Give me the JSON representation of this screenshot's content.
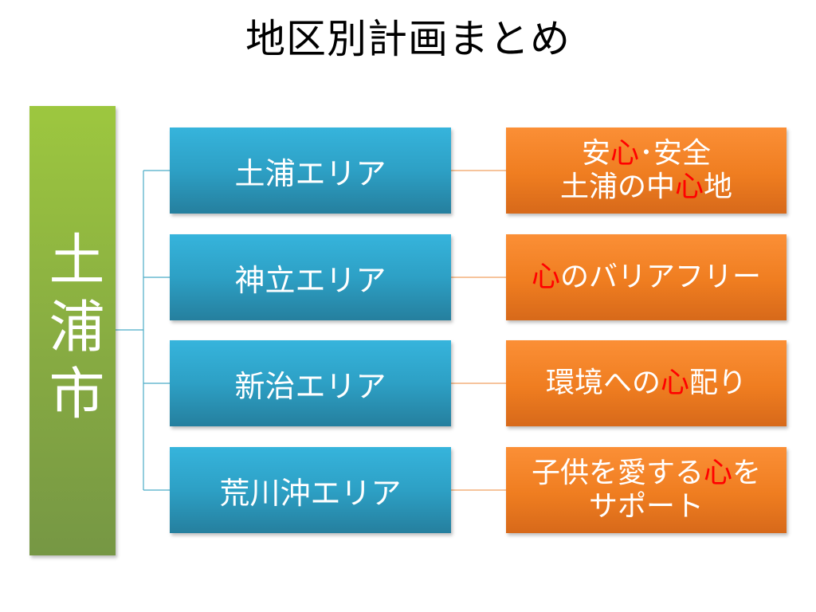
{
  "title": "地区別計画まとめ",
  "city": "土浦市",
  "colors": {
    "city_box": "#8bb043",
    "area_box": "#2da0c5",
    "goal_box": "#ef7d20",
    "highlight": "#ff0000",
    "connector_blue": "#4bacc6",
    "connector_orange": "#f0a060"
  },
  "rows": [
    {
      "area": "土浦エリア",
      "goal_lines": [
        [
          "安",
          "心",
          "･安全"
        ],
        [
          "土浦の中",
          "心",
          "地"
        ]
      ]
    },
    {
      "area": "神立エリア",
      "goal_lines": [
        [
          "",
          "心",
          "のバリアフリー"
        ]
      ]
    },
    {
      "area": "新治エリア",
      "goal_lines": [
        [
          "環境への",
          "心",
          "配り"
        ]
      ]
    },
    {
      "area": "荒川沖エリア",
      "goal_lines": [
        [
          "子供を愛する",
          "心",
          "を"
        ],
        [
          "サポート",
          "",
          ""
        ]
      ]
    }
  ]
}
